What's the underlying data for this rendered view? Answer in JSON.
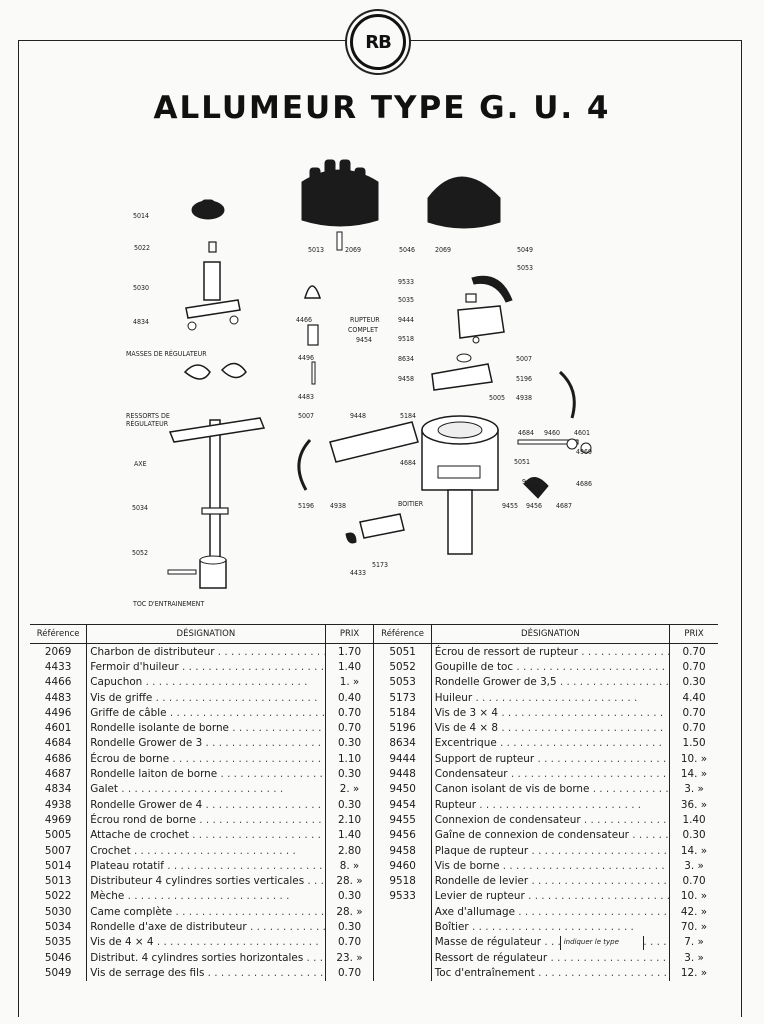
{
  "logo": {
    "text": "RB"
  },
  "title": "ALLUMEUR  TYPE  G. U. 4",
  "diagram": {
    "labels": [
      "5014",
      "5022",
      "5030",
      "4834",
      "MASSES DE RÉGULATEUR",
      "RESSORTS DE",
      "RÉGULATEUR",
      "AXE",
      "5034",
      "5052",
      "TOC D'ENTRAINEMENT",
      "5013",
      "2069",
      "5046",
      "2069",
      "5049",
      "5053",
      "4466",
      "4496",
      "4483",
      "RUPTEUR",
      "COMPLET",
      "9454",
      "9533",
      "5035",
      "9444",
      "9518",
      "8634",
      "9458",
      "5007",
      "5196",
      "5005",
      "4938",
      "4684",
      "9460",
      "4601",
      "4969",
      "4686",
      "4687",
      "5007",
      "9448",
      "5184",
      "4684",
      "5196",
      "4938",
      "BOITIER",
      "5051",
      "9450",
      "9455",
      "9456",
      "4433",
      "5173"
    ]
  },
  "table": {
    "headers": {
      "ref": "Référence",
      "designation": "DÉSIGNATION",
      "prix": "PRIX"
    },
    "left": [
      {
        "ref": "2069",
        "des": "Charbon de distributeur",
        "prix": "1.70"
      },
      {
        "ref": "4433",
        "des": "Fermoir d'huileur",
        "prix": "1.40"
      },
      {
        "ref": "4466",
        "des": "Capuchon",
        "prix": "1. »"
      },
      {
        "ref": "4483",
        "des": "Vis de griffe",
        "prix": "0.40"
      },
      {
        "ref": "4496",
        "des": "Griffe de câble",
        "prix": "0.70"
      },
      {
        "ref": "4601",
        "des": "Rondelle isolante de borne",
        "prix": "0.70"
      },
      {
        "ref": "4684",
        "des": "Rondelle Grower de 3",
        "prix": "0.30"
      },
      {
        "ref": "4686",
        "des": "Écrou de borne",
        "prix": "1.10"
      },
      {
        "ref": "4687",
        "des": "Rondelle laiton de borne",
        "prix": "0.30"
      },
      {
        "ref": "4834",
        "des": "Galet",
        "prix": "2. »"
      },
      {
        "ref": "4938",
        "des": "Rondelle Grower de 4",
        "prix": "0.30"
      },
      {
        "ref": "4969",
        "des": "Écrou rond de borne",
        "prix": "2.10"
      },
      {
        "ref": "5005",
        "des": "Attache de crochet",
        "prix": "1.40"
      },
      {
        "ref": "5007",
        "des": "Crochet",
        "prix": "2.80"
      },
      {
        "ref": "5014",
        "des": "Plateau rotatif",
        "prix": "8. »"
      },
      {
        "ref": "5013",
        "des": "Distributeur 4 cylindres sorties verticales",
        "prix": "28. »"
      },
      {
        "ref": "5022",
        "des": "Mèche",
        "prix": "0.30"
      },
      {
        "ref": "5030",
        "des": "Came complète",
        "prix": "28. »"
      },
      {
        "ref": "5034",
        "des": "Rondelle d'axe de distributeur",
        "prix": "0.30"
      },
      {
        "ref": "5035",
        "des": "Vis de 4 × 4",
        "prix": "0.70"
      },
      {
        "ref": "5046",
        "des": "Distribut. 4 cylindres sorties horizontales",
        "prix": "23. »"
      },
      {
        "ref": "5049",
        "des": "Vis de serrage des fils",
        "prix": "0.70"
      }
    ],
    "right": [
      {
        "ref": "5051",
        "des": "Écrou de ressort de rupteur",
        "prix": "0.70"
      },
      {
        "ref": "5052",
        "des": "Goupille de toc",
        "prix": "0.70"
      },
      {
        "ref": "5053",
        "des": "Rondelle Grower de 3,5",
        "prix": "0.30"
      },
      {
        "ref": "5173",
        "des": "Huileur",
        "prix": "4.40"
      },
      {
        "ref": "5184",
        "des": "Vis de 3 × 4",
        "prix": "0.70"
      },
      {
        "ref": "5196",
        "des": "Vis de 4 × 8",
        "prix": "0.70"
      },
      {
        "ref": "8634",
        "des": "Excentrique",
        "prix": "1.50"
      },
      {
        "ref": "9444",
        "des": "Support de rupteur",
        "prix": "10. »"
      },
      {
        "ref": "9448",
        "des": "Condensateur",
        "prix": "14. »"
      },
      {
        "ref": "9450",
        "des": "Canon isolant de vis de borne",
        "prix": "3. »"
      },
      {
        "ref": "9454",
        "des": "Rupteur",
        "prix": "36. »"
      },
      {
        "ref": "9455",
        "des": "Connexion de condensateur",
        "prix": "1.40"
      },
      {
        "ref": "9456",
        "des": "Gaîne de connexion de condensateur",
        "prix": "0.30"
      },
      {
        "ref": "9458",
        "des": "Plaque de rupteur",
        "prix": "14. »"
      },
      {
        "ref": "9460",
        "des": "Vis de borne",
        "prix": "3. »"
      },
      {
        "ref": "9518",
        "des": "Rondelle de levier",
        "prix": "0.70"
      },
      {
        "ref": "9533",
        "des": "Levier de rupteur",
        "prix": "10. »"
      },
      {
        "ref": "",
        "des": "Axe d'allumage",
        "prix": "42. »"
      },
      {
        "ref": "",
        "des": "Boîtier",
        "prix": "70. »"
      },
      {
        "ref": "",
        "des": "Masse de régulateur",
        "prix": "7. »"
      },
      {
        "ref": "",
        "des": "Ressort de régulateur",
        "prix": "3. »"
      },
      {
        "ref": "",
        "des": "Toc d'entraînement",
        "prix": "12. »"
      }
    ],
    "note": "indiquer le type exact du moteur"
  }
}
